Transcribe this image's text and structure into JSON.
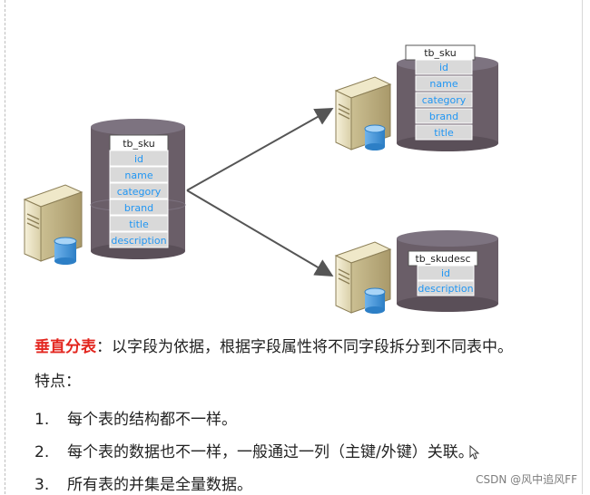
{
  "tables": {
    "source": {
      "name": "tb_sku",
      "fields": [
        "id",
        "name",
        "category",
        "brand",
        "title",
        "description"
      ]
    },
    "target_top": {
      "name": "tb_sku",
      "fields": [
        "id",
        "name",
        "category",
        "brand",
        "title"
      ]
    },
    "target_bottom": {
      "name": "tb_skudesc",
      "fields": [
        "id",
        "description"
      ]
    }
  },
  "text": {
    "definition_term": "垂直分表",
    "definition_body": "：以字段为依据，根据字段属性将不同字段拆分到不同表中。",
    "features_heading": "特点：",
    "items": [
      {
        "num": "1.",
        "text": "每个表的结构都不一样。"
      },
      {
        "num": "2.",
        "text": "每个表的数据也不一样，一般通过一列（主键/外键）关联。"
      },
      {
        "num": "3.",
        "text": "所有表的并集是全量数据。"
      }
    ]
  },
  "watermark": "CSDN @风中追风FF",
  "colors": {
    "field_text": "#2196f3",
    "highlight": "#e3261f",
    "cylinder": "#6a5e68",
    "cylinder_top": "#7d7380",
    "field_bg": "#d9d9d9"
  }
}
